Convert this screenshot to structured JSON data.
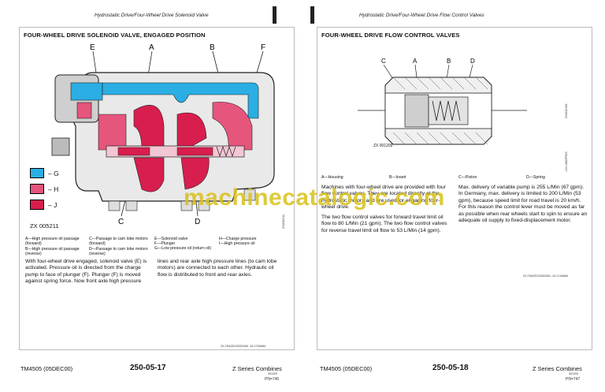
{
  "left": {
    "header": "Hydrostatic Drive/Four-Wheel Drive Solenoid Valve",
    "title": "FOUR-WHEEL DRIVE SOLENOID VALVE, ENGAGED POSITION",
    "callouts": [
      "E",
      "A",
      "B",
      "F",
      "C",
      "D"
    ],
    "figure_id": "ZX 005211",
    "figure_id_vertical": "ZX005211",
    "legend": [
      {
        "label": "– G",
        "color": "#2aaee3"
      },
      {
        "label": "– H",
        "color": "#e5557c"
      },
      {
        "label": "– J",
        "color": "#d81e4e"
      }
    ],
    "captions": [
      "A—High pressure oil passage (forward)",
      "B—High pressure oil passage (reverse)",
      "C—Passage to cam lobe motors (forward)",
      "D—Passage to cam lobe motors (reverse)",
      "E—Solenoid valve",
      "F—Plunger",
      "G—Low pressure oil (return oil)",
      "H—Charge pressure",
      "I—High pressure oil"
    ],
    "body1": "With four-wheel drive engaged, solenoid valve (E) is activated. Pressure oil is directed from the charge pump to face of plunger (F). Plunger (F) is moved against spring force. Now front axle high pressure",
    "body2": "lines and rear axle high pressure lines (to cam lobe motors) are connected to each other. Hydraulic oil flow is distributed to front and rear axles.",
    "ref": "ZX,TMXZDC00001B0 -19-17JAN84",
    "footer_model": "TM4505 (05DEC00)",
    "footer_page": "250-05-17",
    "footer_series": "Z Series Combines",
    "footer_small": "301200",
    "footer_pn": "PN=746"
  },
  "right": {
    "header": "Hydrostatic Drive/Four-Wheel Drive Flow Control Valves",
    "title": "FOUR-WHEEL DRIVE FLOW CONTROL VALVES",
    "callouts": [
      "C",
      "A",
      "B",
      "D"
    ],
    "figure_id": "ZX 001209",
    "figure_id_vertical": "ZX001209",
    "figure_side": "-UN-08APR93",
    "captions": [
      "A—Housing",
      "B—Insert",
      "C—Piston",
      "D—Spring"
    ],
    "body1": "Machines with four-wheel drive are provided with four flow control valves. They are located directly at the hydrostatic motors and are used for engaging four-wheel drive.",
    "body2": "The two flow control valves for forward travel limit oil flow to 80 L/Min (21 gpm). The two flow control valves for reverse travel limit oil flow to 53 L/Min (14 gpm).",
    "body3": "Max. delivery of variable pump is 255 L/Min (67 gpm). In Germany, max. delivery is limited to 200 L/Min (53 gpm), because speed limit for road travel is 20 km/h. For this reason the control lever must be moved as far as possible when rear wheels start to spin to ensure an adequate oil supply to fixed-displacement motor.",
    "ref": "ZX,TMXZDC00001B1 -19-17JAN84",
    "footer_model": "TM4505 (05DEC00)",
    "footer_page": "250-05-18",
    "footer_series": "Z Series Combines",
    "footer_small": "301200",
    "footer_pn": "PN=747"
  },
  "watermark": "machinecatalogic.com"
}
